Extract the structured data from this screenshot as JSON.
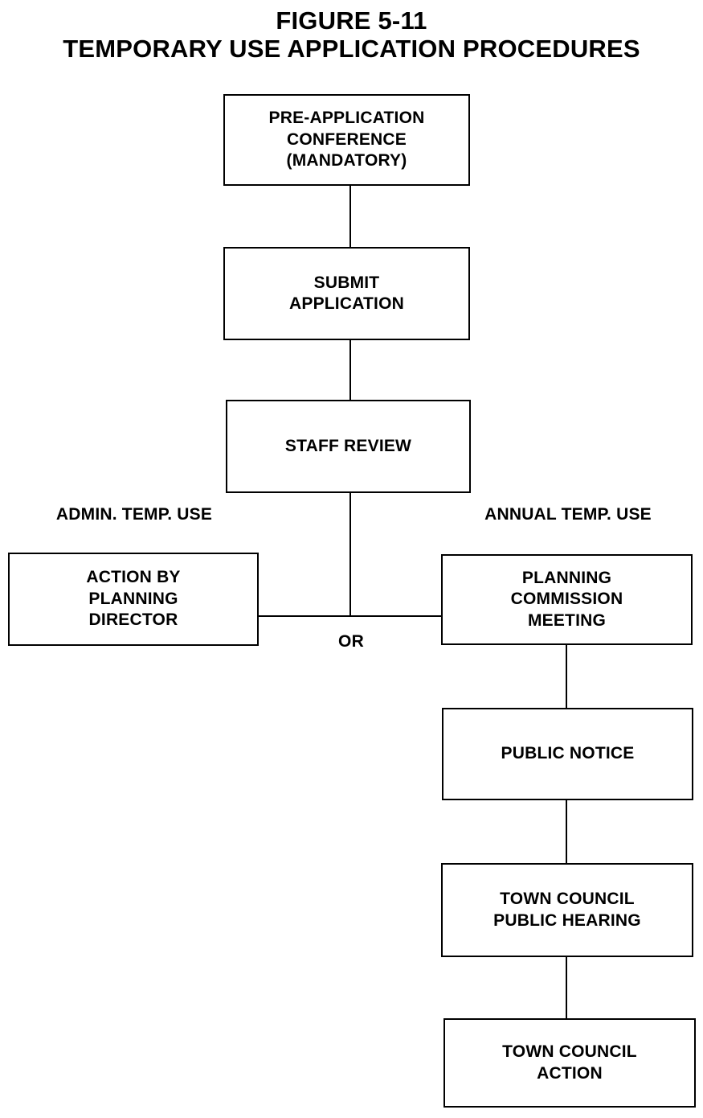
{
  "figure": {
    "title_line_1": "FIGURE 5-11",
    "title_line_2": "TEMPORARY USE APPLICATION PROCEDURES"
  },
  "nodes": {
    "pre_application_conference": "PRE-APPLICATION\nCONFERENCE\n(MANDATORY)",
    "submit_application": "SUBMIT\nAPPLICATION",
    "staff_review": "STAFF REVIEW",
    "action_by_planning_director": "ACTION BY\nPLANNING\nDIRECTOR",
    "planning_commission_meeting": "PLANNING\nCOMMISSION\nMEETING",
    "public_notice": "PUBLIC NOTICE",
    "town_council_public_hearing": "TOWN COUNCIL\nPUBLIC HEARING",
    "town_council_action": "TOWN COUNCIL\nACTION"
  },
  "branches": {
    "left_caption": "ADMIN. TEMP. USE",
    "right_caption": "ANNUAL TEMP. USE",
    "junction_label": "OR"
  },
  "style": {
    "ink": "#000000",
    "paper": "#ffffff"
  },
  "chart_data": {
    "type": "flowchart",
    "title": "FIGURE 5-11 TEMPORARY USE APPLICATION PROCEDURES",
    "orientation": "top-down",
    "nodes": [
      {
        "id": "pre_application_conference",
        "label": "PRE-APPLICATION CONFERENCE (MANDATORY)",
        "column": "center"
      },
      {
        "id": "submit_application",
        "label": "SUBMIT APPLICATION",
        "column": "center"
      },
      {
        "id": "staff_review",
        "label": "STAFF REVIEW",
        "column": "center"
      },
      {
        "id": "action_by_planning_director",
        "label": "ACTION BY PLANNING DIRECTOR",
        "column": "left"
      },
      {
        "id": "planning_commission_meeting",
        "label": "PLANNING COMMISSION MEETING",
        "column": "right"
      },
      {
        "id": "public_notice",
        "label": "PUBLIC NOTICE",
        "column": "right"
      },
      {
        "id": "town_council_public_hearing",
        "label": "TOWN COUNCIL PUBLIC HEARING",
        "column": "right"
      },
      {
        "id": "town_council_action",
        "label": "TOWN COUNCIL ACTION",
        "column": "right"
      }
    ],
    "edges": [
      {
        "from": "pre_application_conference",
        "to": "submit_application",
        "label": ""
      },
      {
        "from": "submit_application",
        "to": "staff_review",
        "label": ""
      },
      {
        "from": "staff_review",
        "to": "action_by_planning_director",
        "label": "ADMIN. TEMP. USE"
      },
      {
        "from": "staff_review",
        "to": "planning_commission_meeting",
        "label": "ANNUAL TEMP. USE"
      },
      {
        "from": "planning_commission_meeting",
        "to": "public_notice",
        "label": ""
      },
      {
        "from": "public_notice",
        "to": "town_council_public_hearing",
        "label": ""
      },
      {
        "from": "town_council_public_hearing",
        "to": "town_council_action",
        "label": ""
      }
    ],
    "branch_labels": [
      "ADMIN. TEMP. USE",
      "ANNUAL TEMP. USE",
      "OR"
    ]
  }
}
